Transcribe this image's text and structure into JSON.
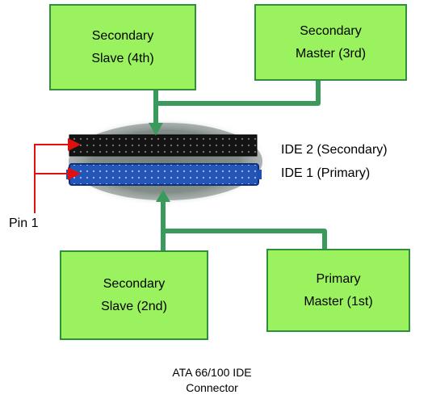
{
  "boxes": {
    "secondary_slave_top": {
      "line1": "Secondary",
      "line2": "Slave (4th)"
    },
    "secondary_master_top": {
      "line1": "Secondary",
      "line2": "Master (3rd)"
    },
    "secondary_slave_bottom": {
      "line1": "Secondary",
      "line2": "Slave (2nd)"
    },
    "primary_master": {
      "line1": "Primary",
      "line2": "Master (1st)"
    }
  },
  "labels": {
    "ide2": "IDE 2 (Secondary)",
    "ide1": "IDE 1 (Primary)",
    "pin1": "Pin 1"
  },
  "caption": {
    "line1": "ATA 66/100 IDE",
    "line2": "Connector"
  },
  "colors": {
    "box_fill": "#99f25e",
    "box_border": "#2f8f3a",
    "cable": "#3a9a5c",
    "pin_arrow": "#e01010",
    "ide1_connector": "#1f4fb0",
    "ide2_connector": "#1a1a1a"
  }
}
